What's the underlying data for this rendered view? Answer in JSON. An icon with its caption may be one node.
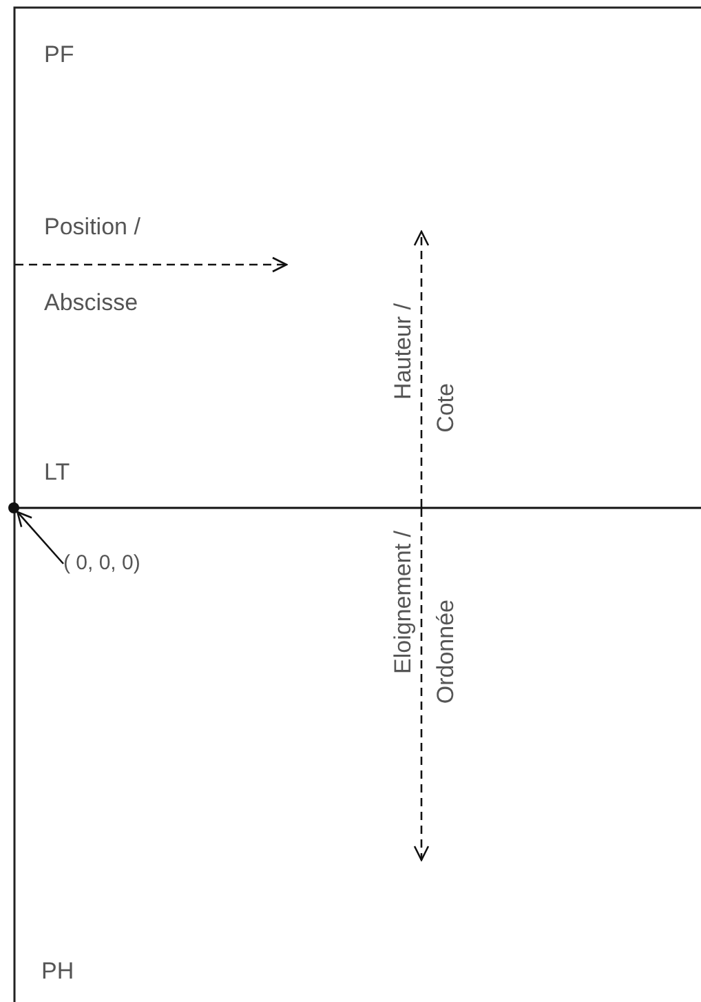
{
  "diagram": {
    "nodes": [
      {
        "text": [
          "( 0, 0, 0)"
        ]
      },
      {
        "text": [],
        "shape": "circle"
      }
    ],
    "edges": [
      {
        "from": 0,
        "to": 1,
        "arrow": "to"
      }
    ],
    "labels": [
      "PF",
      "Position /",
      "Abscisse",
      "Hauteur /",
      "Cote",
      "LT",
      "Eloignement /",
      "Ordonnée",
      "PH"
    ]
  }
}
